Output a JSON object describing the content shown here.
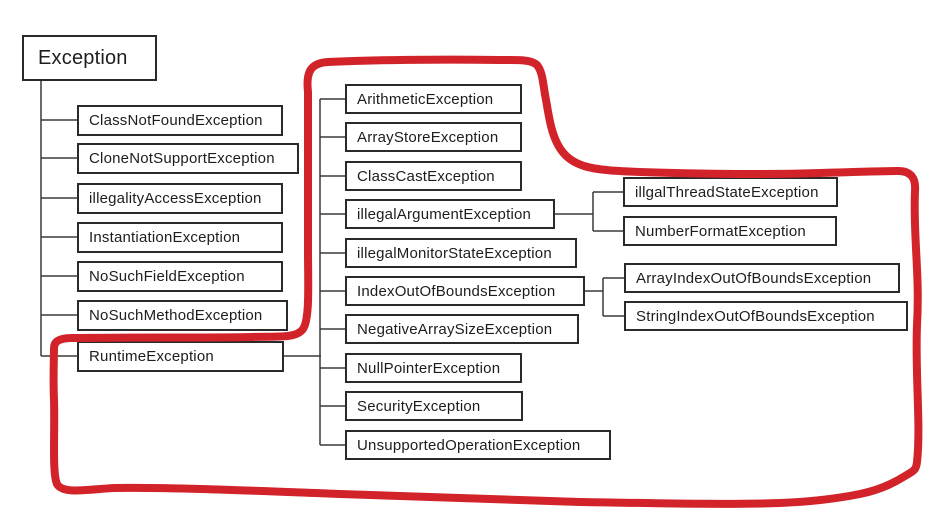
{
  "diagram": {
    "type": "class-hierarchy-tree",
    "root": {
      "label": "Exception",
      "children": [
        {
          "label": "ClassNotFoundException"
        },
        {
          "label": "CloneNotSupportException"
        },
        {
          "label": "illegalityAccessException"
        },
        {
          "label": "InstantiationException"
        },
        {
          "label": "NoSuchFieldException"
        },
        {
          "label": "NoSuchMethodException"
        },
        {
          "label": "RuntimeException",
          "children": [
            {
              "label": "ArithmeticException"
            },
            {
              "label": "ArrayStoreException"
            },
            {
              "label": "ClassCastException"
            },
            {
              "label": "illegalArgumentException",
              "children": [
                {
                  "label": "illgalThreadStateException"
                },
                {
                  "label": "NumberFormatException"
                }
              ]
            },
            {
              "label": "illegalMonitorStateException"
            },
            {
              "label": "IndexOutOfBoundsException",
              "children": [
                {
                  "label": "ArrayIndexOutOfBoundsException"
                },
                {
                  "label": "StringIndexOutOfBoundsException"
                }
              ]
            },
            {
              "label": "NegativeArraySizeException"
            },
            {
              "label": "NullPointerException"
            },
            {
              "label": "SecurityException"
            },
            {
              "label": "UnsupportedOperationException"
            }
          ]
        }
      ]
    },
    "annotation": {
      "shape": "hand-drawn loop",
      "encircles": "RuntimeException and all of its subclasses",
      "color": "#d2232a"
    },
    "colors": {
      "background": "#ffffff",
      "box_border": "#2a2a2a",
      "connector": "#3a3a3a",
      "text": "#1d1d1d",
      "highlight_red": "#d2232a"
    }
  }
}
